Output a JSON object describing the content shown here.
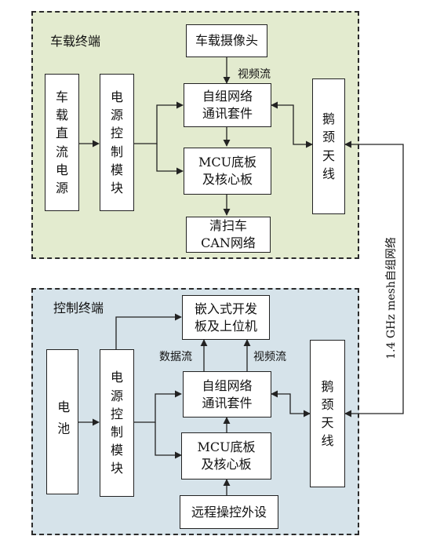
{
  "vehicle": {
    "title": "车载终端",
    "camera": "车载摄像头",
    "dc_power": "车载直流电源",
    "power_ctrl": "电源控制模块",
    "mesh_kit": "自组网络\n通讯套件",
    "mcu": "MCU底板\n及核心板",
    "can": "清扫车\nCAN网络",
    "antenna": "鹅颈天线",
    "video_label": "视频流"
  },
  "control": {
    "title": "控制终端",
    "battery": "电池",
    "power_ctrl": "电源控制模块",
    "embedded": "嵌入式开发\n板及上位机",
    "mesh_kit": "自组网络\n通讯套件",
    "mcu": "MCU底板\n及核心板",
    "remote": "远程操控外设",
    "antenna": "鹅颈天线",
    "data_label": "数据流",
    "video_label": "视频流"
  },
  "link_label": "1.4 GHz mesh自组网络",
  "colors": {
    "vehicle_bg": "#e3ebcf",
    "control_bg": "#d6e3ea"
  }
}
